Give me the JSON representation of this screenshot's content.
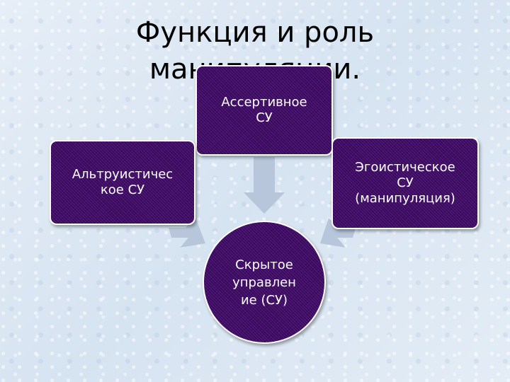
{
  "title": {
    "line1": "Функция и роль",
    "line2": "манипуляции."
  },
  "nodes": {
    "assertive": {
      "line1": "Ассертивное",
      "line2": "СУ"
    },
    "altruistic": {
      "line1": "Альтруистичес",
      "line2": "кое СУ"
    },
    "egoistic": {
      "line1": "Эгоистическое",
      "line2": "СУ",
      "line3": "(манипуляция)"
    },
    "center": {
      "line1": "Скрытое",
      "line2": "управлен",
      "line3": "ие (СУ)"
    }
  },
  "colors": {
    "node_fill": "#3f0c63",
    "node_border": "#ffffff",
    "arrow": "#b7c6da",
    "text": "#ffffff"
  }
}
